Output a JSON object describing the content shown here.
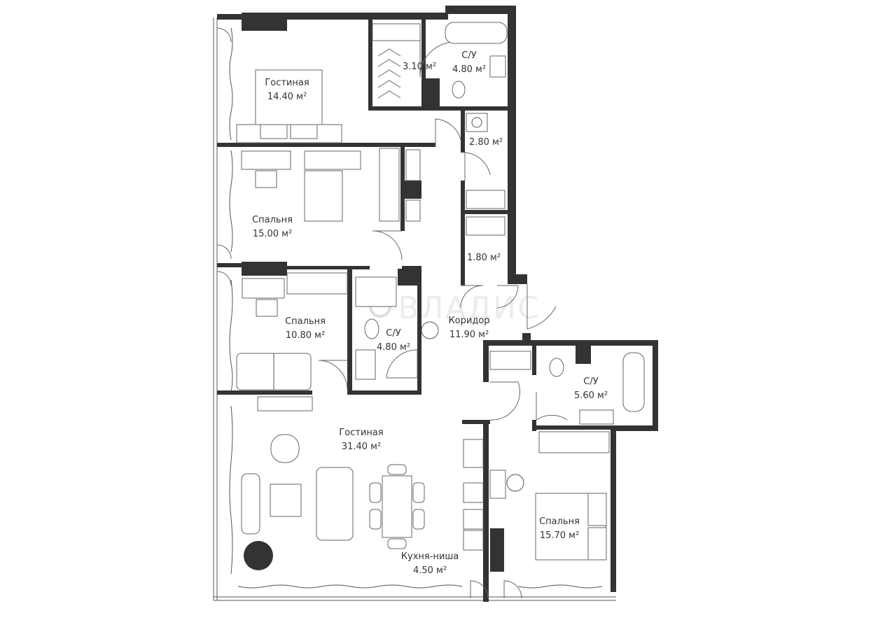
{
  "rooms": [
    {
      "id": "living-top",
      "name": "Гостиная",
      "area": "14.40 м²"
    },
    {
      "id": "closet-top",
      "name": "",
      "area": "3.10 м²"
    },
    {
      "id": "bath-top",
      "name": "С/У",
      "area": "4.80 м²"
    },
    {
      "id": "laundry",
      "name": "",
      "area": "2.80 м²"
    },
    {
      "id": "bedroom-1",
      "name": "Спальня",
      "area": "15.00 м²"
    },
    {
      "id": "closet-mid",
      "name": "",
      "area": "1.80 м²"
    },
    {
      "id": "bedroom-2",
      "name": "Спальня",
      "area": "10.80 м²"
    },
    {
      "id": "bath-mid",
      "name": "С/У",
      "area": "4.80 м²"
    },
    {
      "id": "corridor",
      "name": "Коридор",
      "area": "11.90 м²"
    },
    {
      "id": "bath-right",
      "name": "С/У",
      "area": "5.60 м²"
    },
    {
      "id": "living-main",
      "name": "Гостиная",
      "area": "31.40 м²"
    },
    {
      "id": "bedroom-3",
      "name": "Спальня",
      "area": "15.70 м²"
    },
    {
      "id": "kitchen",
      "name": "Кухня-ниша",
      "area": "4.50 м²"
    }
  ],
  "watermark": "ВЛАДИС",
  "colors": {
    "wall": "#333333",
    "line": "#666666",
    "background": "#ffffff"
  }
}
